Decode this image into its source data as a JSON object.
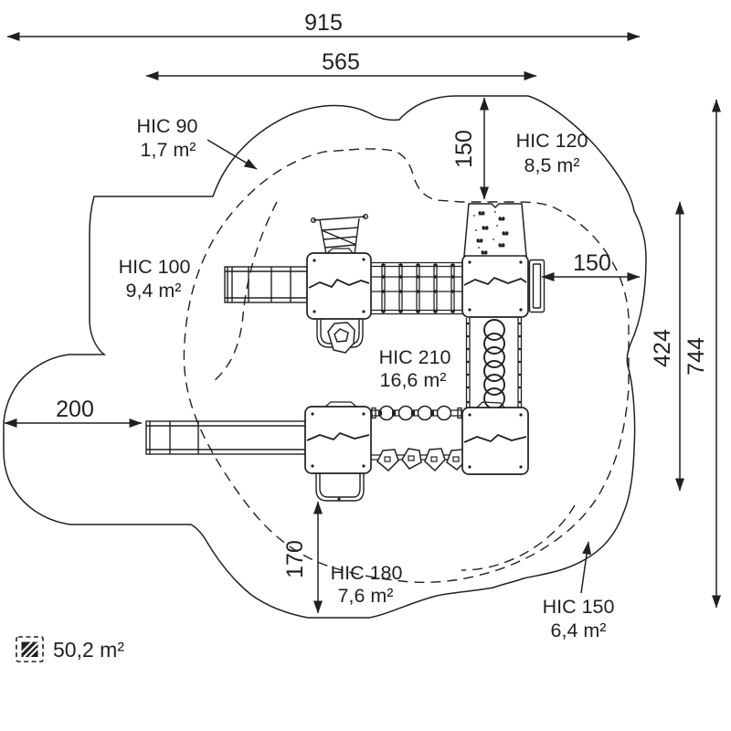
{
  "dims": {
    "overall_width": "915",
    "platform_width": "565",
    "top_clearance": "150",
    "side_clearance": "150",
    "left_clearance": "200",
    "bottom_clearance": "170",
    "zone_height": "424",
    "overall_height": "744"
  },
  "zones": [
    {
      "name": "HIC 90",
      "area": "1,7 m²"
    },
    {
      "name": "HIC 120",
      "area": "8,5 m²"
    },
    {
      "name": "HIC 100",
      "area": "9,4 m²"
    },
    {
      "name": "HIC 210",
      "area": "16,6 m²"
    },
    {
      "name": "HIC 180",
      "area": "7,6 m²"
    },
    {
      "name": "HIC 150",
      "area": "6,4 m²"
    }
  ],
  "legend": {
    "total_area": "50,2 m²"
  },
  "colors": {
    "ink": "#231f20",
    "background": "#ffffff"
  }
}
